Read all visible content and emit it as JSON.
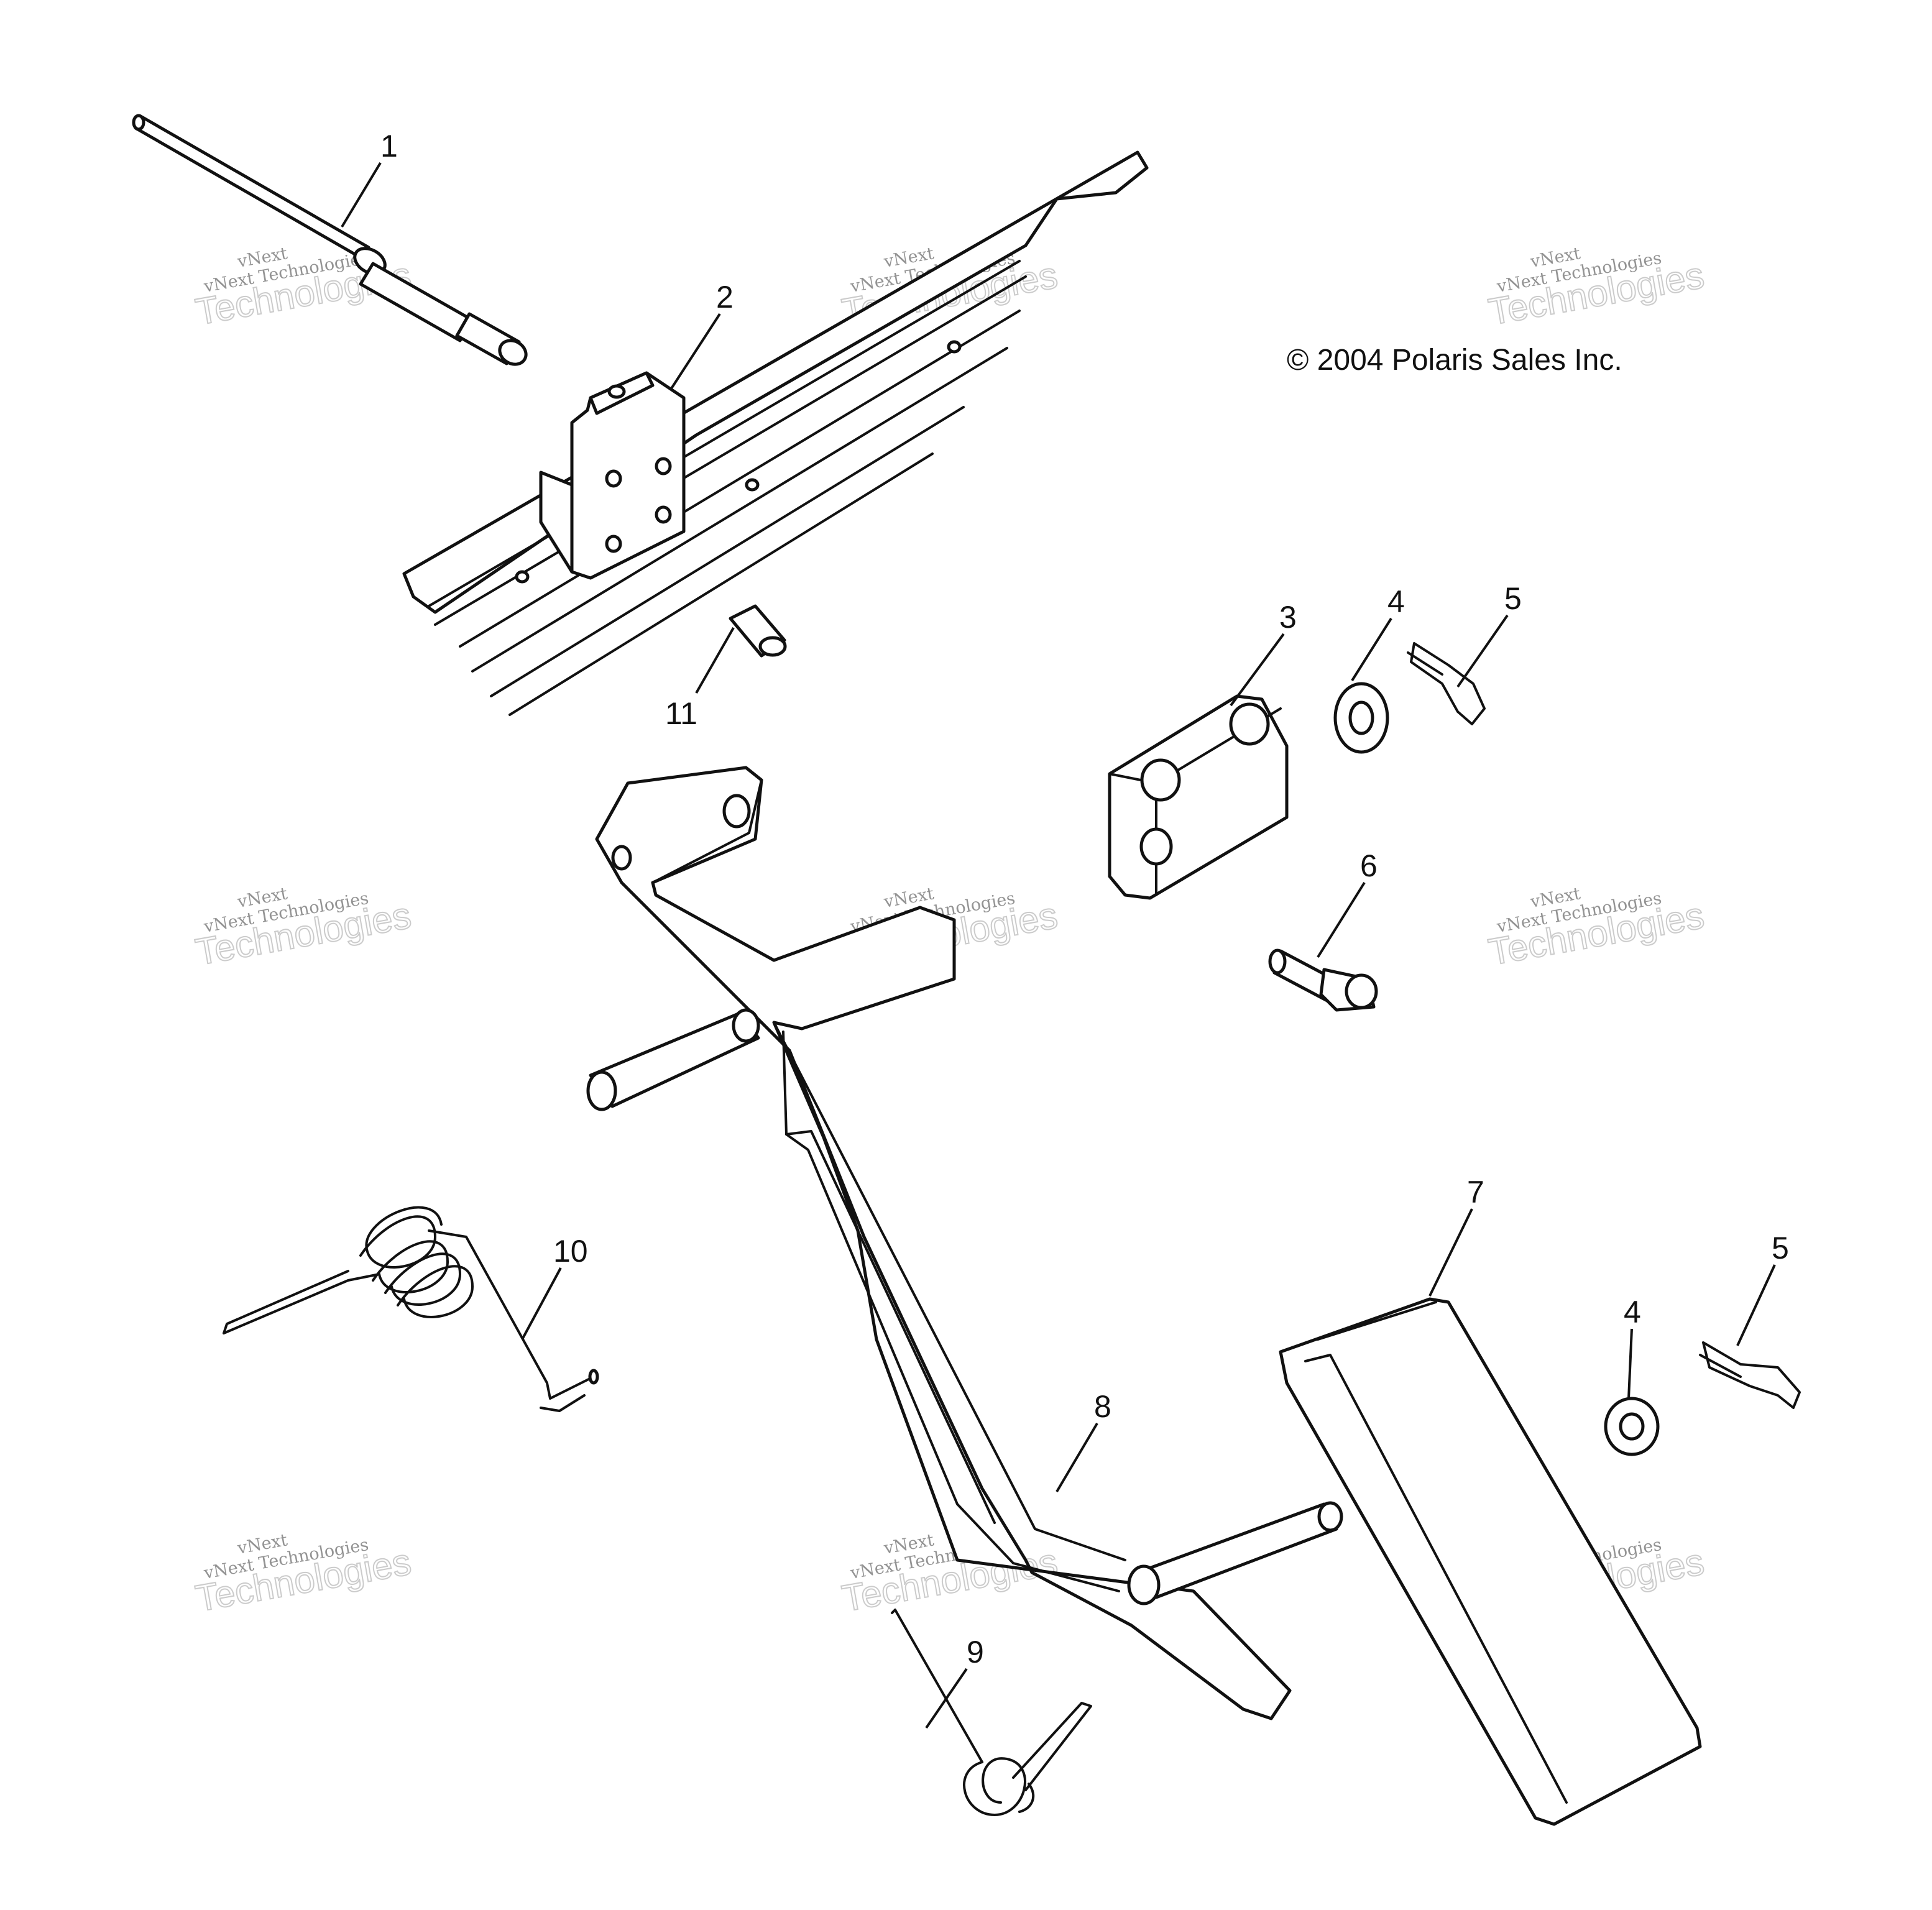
{
  "copyright": "© 2004 Polaris Sales Inc.",
  "watermark": {
    "brand_top": "vNext",
    "line": "vNext Technologies",
    "brand_big": "Technologies"
  },
  "callouts": {
    "c1": "1",
    "c2": "2",
    "c3": "3",
    "c4a": "4",
    "c5a": "5",
    "c6": "6",
    "c7": "7",
    "c4b": "4",
    "c5b": "5",
    "c8": "8",
    "c9": "9",
    "c10": "10",
    "c11": "11"
  }
}
